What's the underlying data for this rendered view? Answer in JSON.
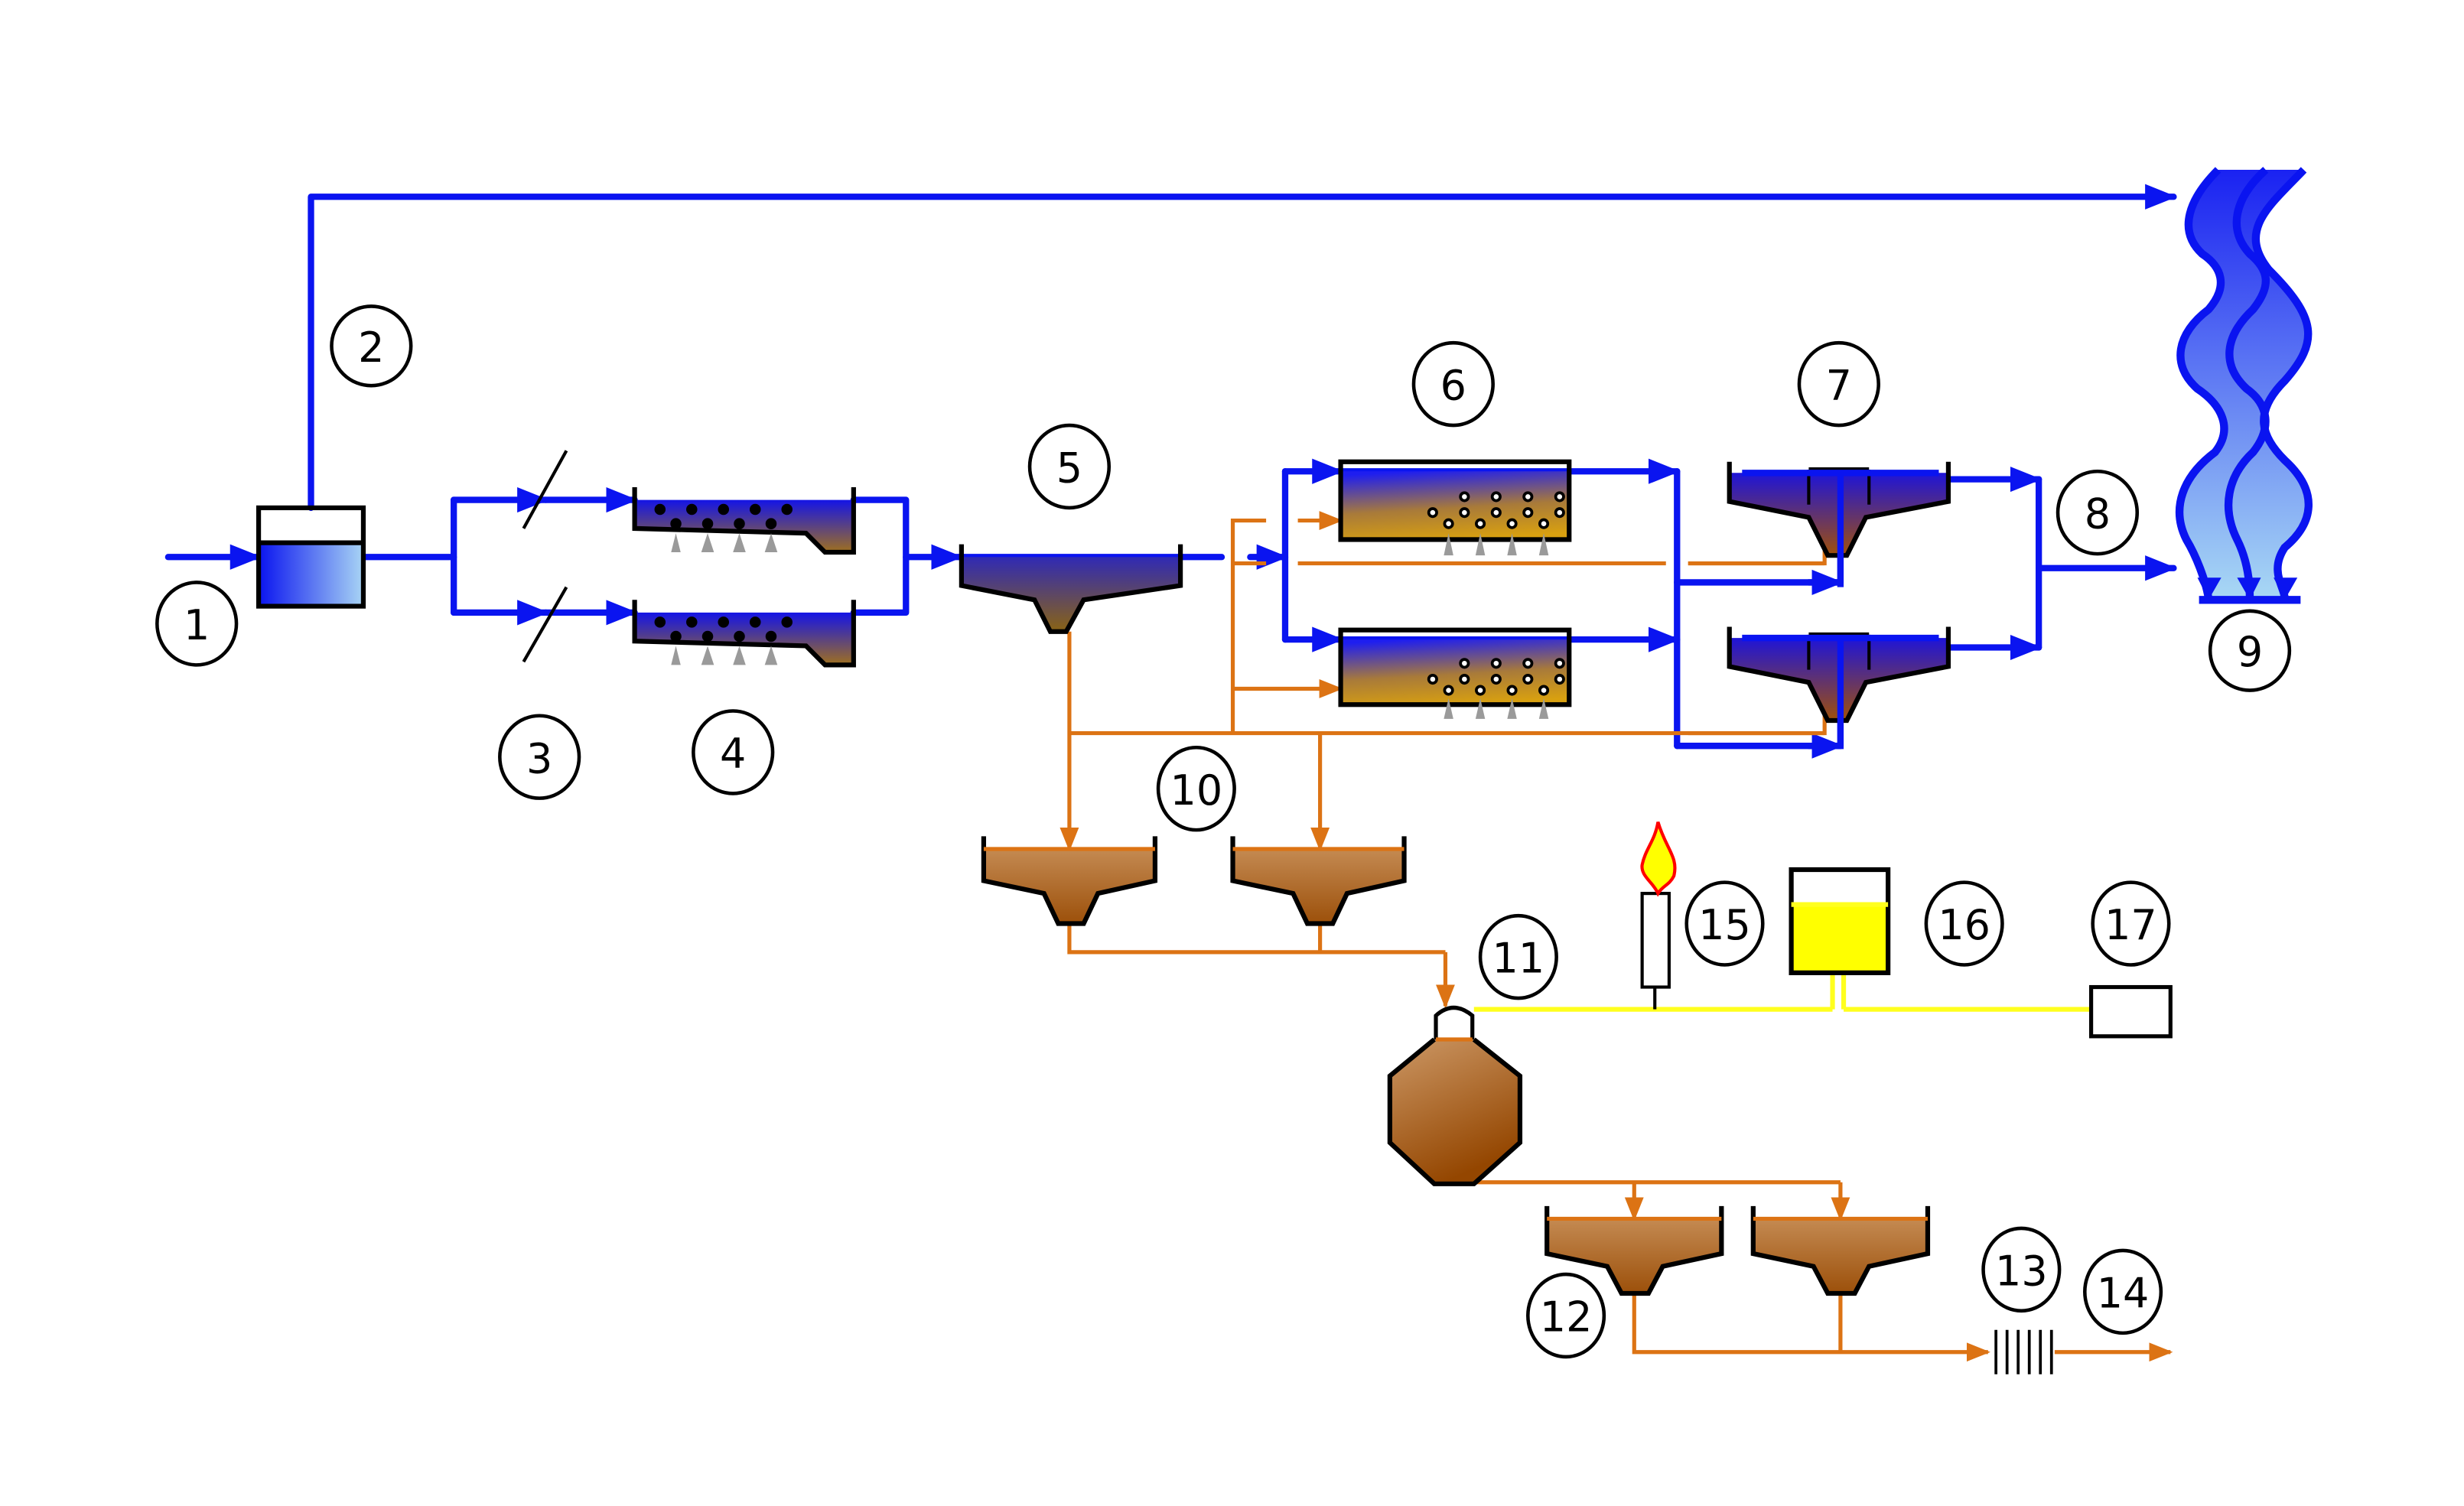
{
  "diagram": {
    "type": "wastewater treatment plant process flow diagram",
    "colors": {
      "water_line": "#0a14f0",
      "sludge_line": "#dc7314",
      "biogas_line": "#ffff1e",
      "outline": "#000000",
      "background": "#ffffff",
      "diffuser": "#9a9a9a",
      "flame_fill": "#ffff00",
      "flame_outline": "#ff0000"
    },
    "labels": [
      {
        "id": "1",
        "text": "1"
      },
      {
        "id": "2",
        "text": "2"
      },
      {
        "id": "3",
        "text": "3"
      },
      {
        "id": "4",
        "text": "4"
      },
      {
        "id": "5",
        "text": "5"
      },
      {
        "id": "6",
        "text": "6"
      },
      {
        "id": "7",
        "text": "7"
      },
      {
        "id": "8",
        "text": "8"
      },
      {
        "id": "9",
        "text": "9"
      },
      {
        "id": "10",
        "text": "10"
      },
      {
        "id": "11",
        "text": "11"
      },
      {
        "id": "12",
        "text": "12"
      },
      {
        "id": "13",
        "text": "13"
      },
      {
        "id": "14",
        "text": "14"
      },
      {
        "id": "15",
        "text": "15"
      },
      {
        "id": "16",
        "text": "16"
      },
      {
        "id": "17",
        "text": "17"
      }
    ],
    "units": [
      {
        "label": "1",
        "kind": "influent-inlet"
      },
      {
        "label": "2",
        "kind": "bypass-overflow-tank"
      },
      {
        "label": "3",
        "kind": "bar-screens",
        "count": 2
      },
      {
        "label": "4",
        "kind": "aerated-grit-chambers",
        "count": 2
      },
      {
        "label": "5",
        "kind": "primary-clarifier",
        "count": 1
      },
      {
        "label": "6",
        "kind": "aeration-tanks",
        "count": 2
      },
      {
        "label": "7",
        "kind": "secondary-clarifiers",
        "count": 2
      },
      {
        "label": "8",
        "kind": "treated-effluent"
      },
      {
        "label": "9",
        "kind": "receiving-river"
      },
      {
        "label": "10",
        "kind": "sludge-thickeners",
        "count": 2
      },
      {
        "label": "11",
        "kind": "anaerobic-digester"
      },
      {
        "label": "12",
        "kind": "digested-sludge-thickeners",
        "count": 2
      },
      {
        "label": "13",
        "kind": "sludge-dewatering"
      },
      {
        "label": "14",
        "kind": "sludge-disposal"
      },
      {
        "label": "15",
        "kind": "gas-flare"
      },
      {
        "label": "16",
        "kind": "gas-holder"
      },
      {
        "label": "17",
        "kind": "gas-utilization-unit"
      }
    ]
  }
}
